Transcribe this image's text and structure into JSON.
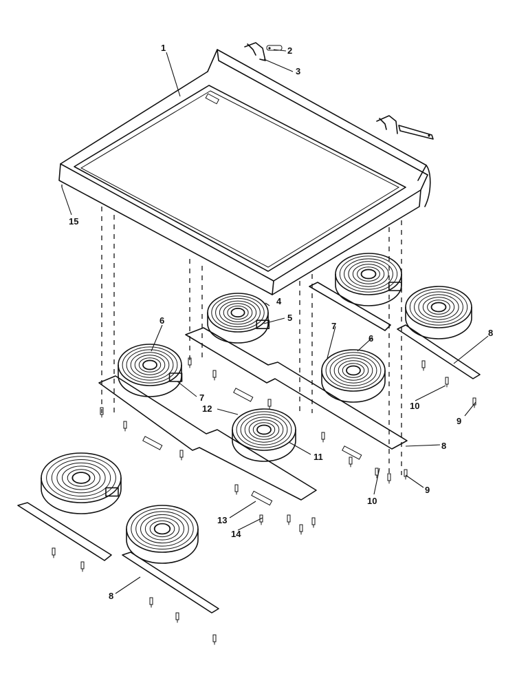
{
  "callouts": {
    "c1": "1",
    "c2": "2",
    "c3": "3",
    "c4": "4",
    "c5": "5",
    "c6a": "6",
    "c6b": "6",
    "c7a": "7",
    "c7b": "7",
    "c8a": "8",
    "c8b": "8",
    "c8c": "8",
    "c9a": "9",
    "c9b": "9",
    "c10a": "10",
    "c10b": "10",
    "c11": "11",
    "c12": "12",
    "c13": "13",
    "c14": "14",
    "c15": "15"
  }
}
